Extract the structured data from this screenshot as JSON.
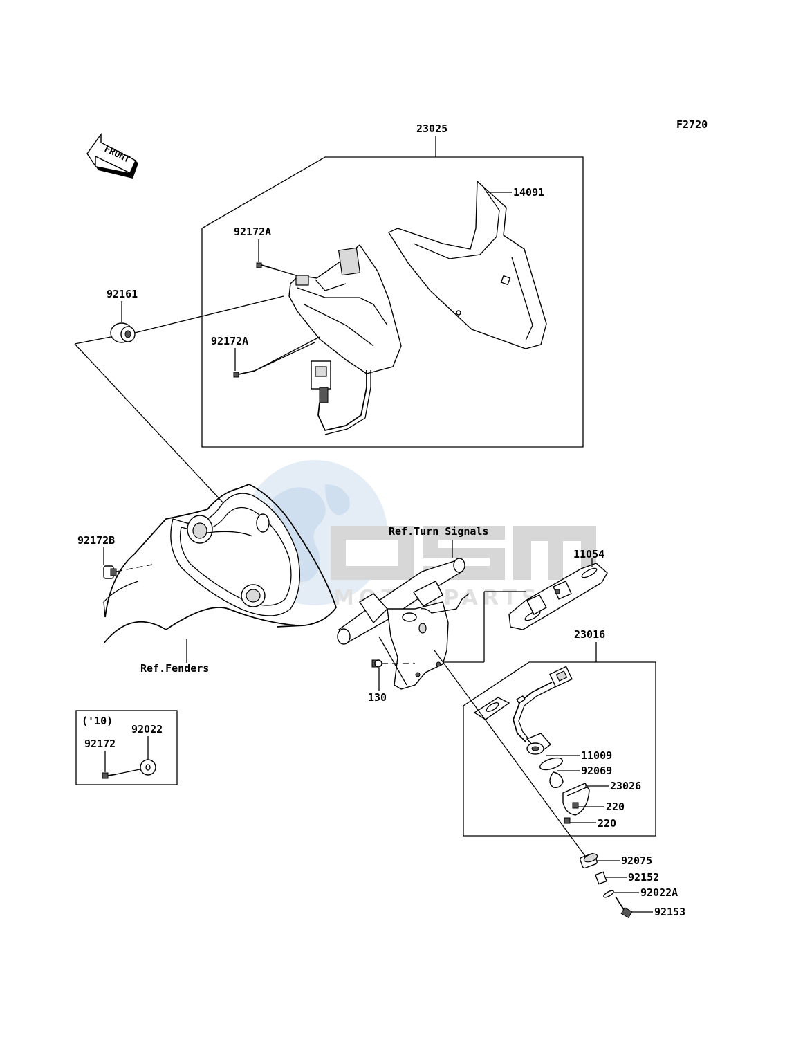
{
  "diagram": {
    "figure_code": "F2720",
    "front_label": "FRONT",
    "watermark": {
      "brand": "OSM",
      "sub": "MOTORPARTS"
    },
    "labels": {
      "p23025": "23025",
      "p14091": "14091",
      "p92172A_top": "92172A",
      "p92161": "92161",
      "p92172A_bottom": "92172A",
      "p92172B": "92172B",
      "ref_turn_signals": "Ref.Turn Signals",
      "p11054": "11054",
      "ref_fenders": "Ref.Fenders",
      "p130": "130",
      "p23016": "23016",
      "p11009": "11009",
      "p92069": "92069",
      "p23026": "23026",
      "p220_a": "220",
      "p220_b": "220",
      "p92075": "92075",
      "p92152": "92152",
      "p92022A": "92022A",
      "p92153": "92153"
    },
    "inset": {
      "year": "('10)",
      "p92022": "92022",
      "p92172": "92172"
    }
  }
}
